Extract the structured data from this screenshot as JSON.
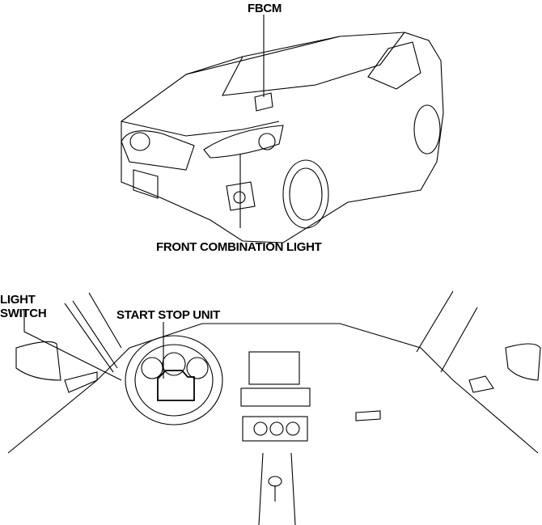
{
  "labels": {
    "fbcm": "FBCM",
    "front_combination_light": "FRONT COMBINATION LIGHT",
    "light_switch_line1": "LIGHT",
    "light_switch_line2": "SWITCH",
    "start_stop_unit": "START STOP UNIT"
  },
  "colors": {
    "line": "#000000",
    "background": "#ffffff"
  }
}
